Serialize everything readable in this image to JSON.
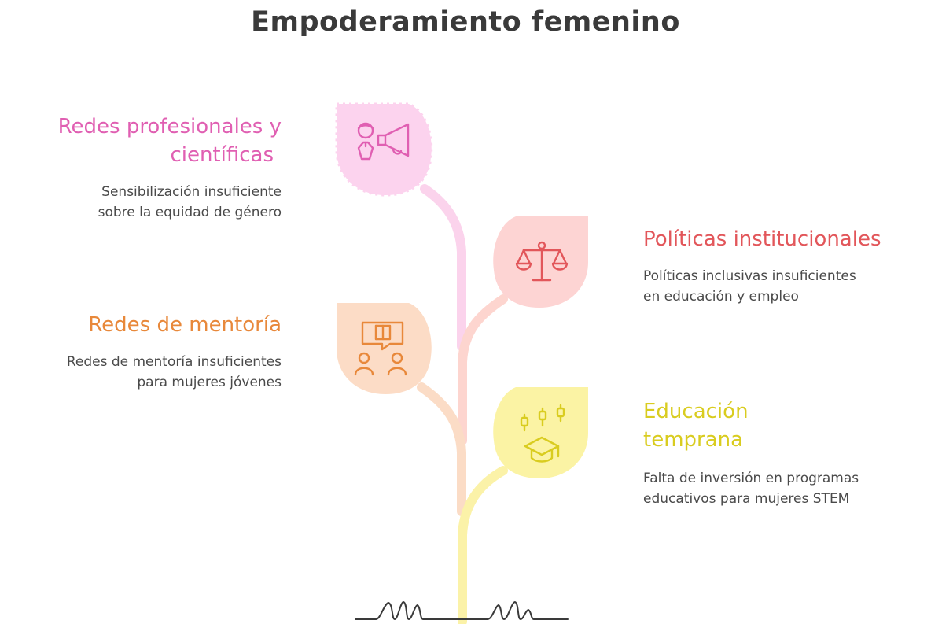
{
  "title": "Empoderamiento femenino",
  "colors": {
    "pink": "#e05fb2",
    "red": "#e2565a",
    "orange": "#e8883a",
    "yellow": "#d9cc1f",
    "text": "#3a3a3a"
  },
  "branches": [
    {
      "id": "redes-profesionales",
      "heading_lines": [
        "Redes profesionales y",
        "científicas"
      ],
      "description_lines": [
        "Sensibilización insuficiente",
        "sobre la equidad de género"
      ],
      "icon": "speaker-megaphone-icon",
      "color": "#e05fb2"
    },
    {
      "id": "politicas-institucionales",
      "heading_lines": [
        "Políticas institucionales"
      ],
      "description_lines": [
        "Políticas inclusivas insuficientes",
        "en educación y empleo"
      ],
      "icon": "balance-scale-icon",
      "color": "#e2565a"
    },
    {
      "id": "redes-mentoria",
      "heading_lines": [
        "Redes de mentoría"
      ],
      "description_lines": [
        "Redes de mentoría insuficientes",
        "para mujeres jóvenes"
      ],
      "icon": "mentoring-people-icon",
      "color": "#e8883a"
    },
    {
      "id": "educacion-temprana",
      "heading_lines": [
        "Educación",
        "temprana"
      ],
      "description_lines": [
        "Falta de inversión en programas",
        "educativos para mujeres STEM"
      ],
      "icon": "graduation-cap-icon",
      "color": "#d9cc1f"
    }
  ]
}
